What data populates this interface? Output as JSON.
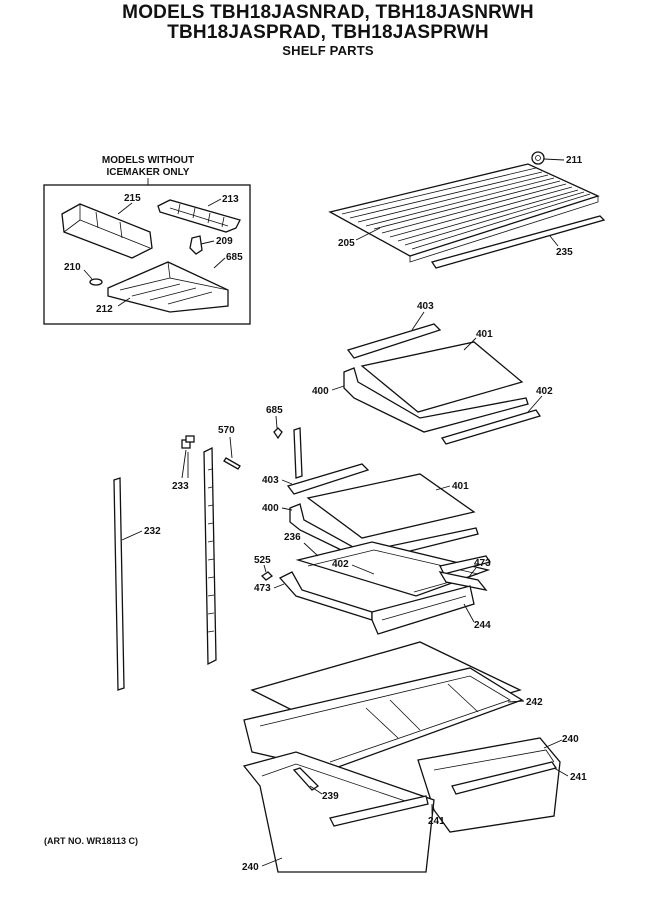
{
  "header": {
    "line1": "MODELS TBH18JASNRAD, TBH18JASNRWH",
    "line2": "TBH18JASPRAD, TBH18JASPRWH",
    "line3": "SHELF PARTS"
  },
  "inset": {
    "line1": "MODELS WITHOUT",
    "line2": "ICEMAKER ONLY"
  },
  "art_number": "(ART NO. WR18113 C)",
  "callouts": {
    "p211": "211",
    "p205": "205",
    "p235": "235",
    "p215": "215",
    "p213": "213",
    "p209": "209",
    "p210": "210",
    "p685a": "685",
    "p212": "212",
    "p403a": "403",
    "p401a": "401",
    "p400a": "400",
    "p402a": "402",
    "p685b": "685",
    "p570": "570",
    "p233": "233",
    "p403b": "403",
    "p401b": "401",
    "p400b": "400",
    "p236": "236",
    "p402b": "402",
    "p473a": "473",
    "p525": "525",
    "p473b": "473",
    "p244": "244",
    "p232": "232",
    "p242": "242",
    "p240a": "240",
    "p241a": "241",
    "p239": "239",
    "p241b": "241",
    "p240b": "240"
  }
}
